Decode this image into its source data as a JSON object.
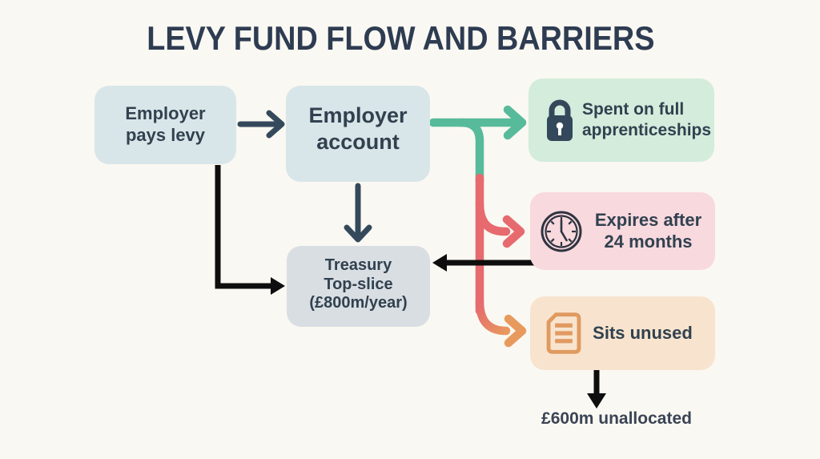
{
  "title": "LEVY FUND FLOW AND BARRIERS",
  "nodes": {
    "employer_pays": {
      "label": "Employer\npays levy"
    },
    "employer_account": {
      "label": "Employer\naccount"
    },
    "treasury": {
      "label": "Treasury\nTop-slice\n(£800m/year)"
    },
    "spent": {
      "label": "Spent on full\napprenticeships",
      "icon": "lock-icon"
    },
    "expires": {
      "label": "Expires after\n24 months",
      "icon": "clock-icon"
    },
    "sits_unused": {
      "label": "Sits unused",
      "icon": "document-icon"
    }
  },
  "labels": {
    "unallocated": "£600m unallocated"
  },
  "colors": {
    "background": "#faf8f2",
    "title_text": "#2e3c52",
    "node_text": "#31414f",
    "box_blue": "#d9e6e9",
    "box_gray": "#d9dee3",
    "box_green": "#d3ecdc",
    "box_pink": "#f8d9de",
    "box_orange": "#f8e4ce",
    "flow_teal": "#57bb9b",
    "flow_red": "#e66a6e",
    "flow_orange": "#e89a5e",
    "arrow_navy": "#34495c",
    "arrow_black": "#0e0e0e",
    "icon_navy": "#33485a",
    "icon_orange": "#e09a60",
    "icon_dark": "#2e3440"
  }
}
